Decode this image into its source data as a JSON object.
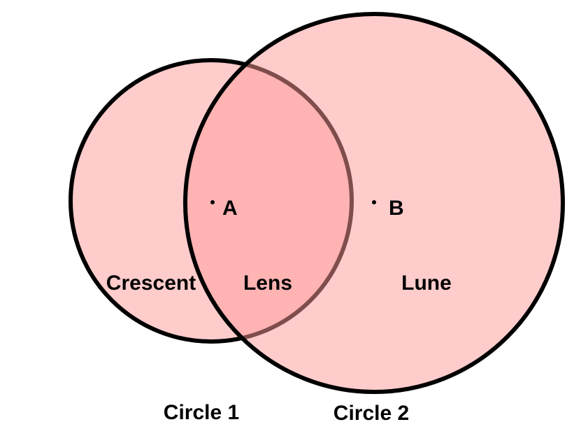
{
  "colors": {
    "fill": "#ff9999",
    "stroke": "#000000"
  },
  "circles": [
    {
      "label": "Circle 1",
      "center_label": "A"
    },
    {
      "label": "Circle 2",
      "center_label": "B"
    }
  ],
  "regions": {
    "crescent": "Crescent",
    "lens": "Lens",
    "lune": "Lune"
  }
}
